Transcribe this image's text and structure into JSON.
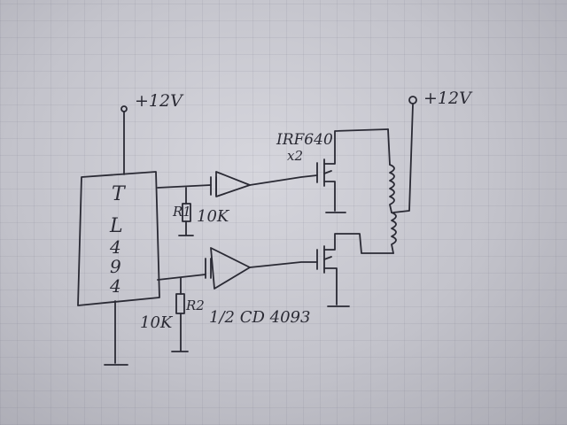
{
  "labels": {
    "supply_left": "+12V",
    "supply_right": "+12V",
    "chip": [
      "T",
      "L",
      "4",
      "9",
      "4"
    ],
    "mosfet_part": "IRF640",
    "mosfet_count": "x2",
    "r1_name": "R1",
    "r1_value": "10K",
    "r2_name": "R2",
    "r2_value": "10K",
    "buffer_part": "1/2 CD 4093"
  },
  "colors": {
    "ink": "#2a2a34",
    "paper": "#c9c9d0"
  }
}
